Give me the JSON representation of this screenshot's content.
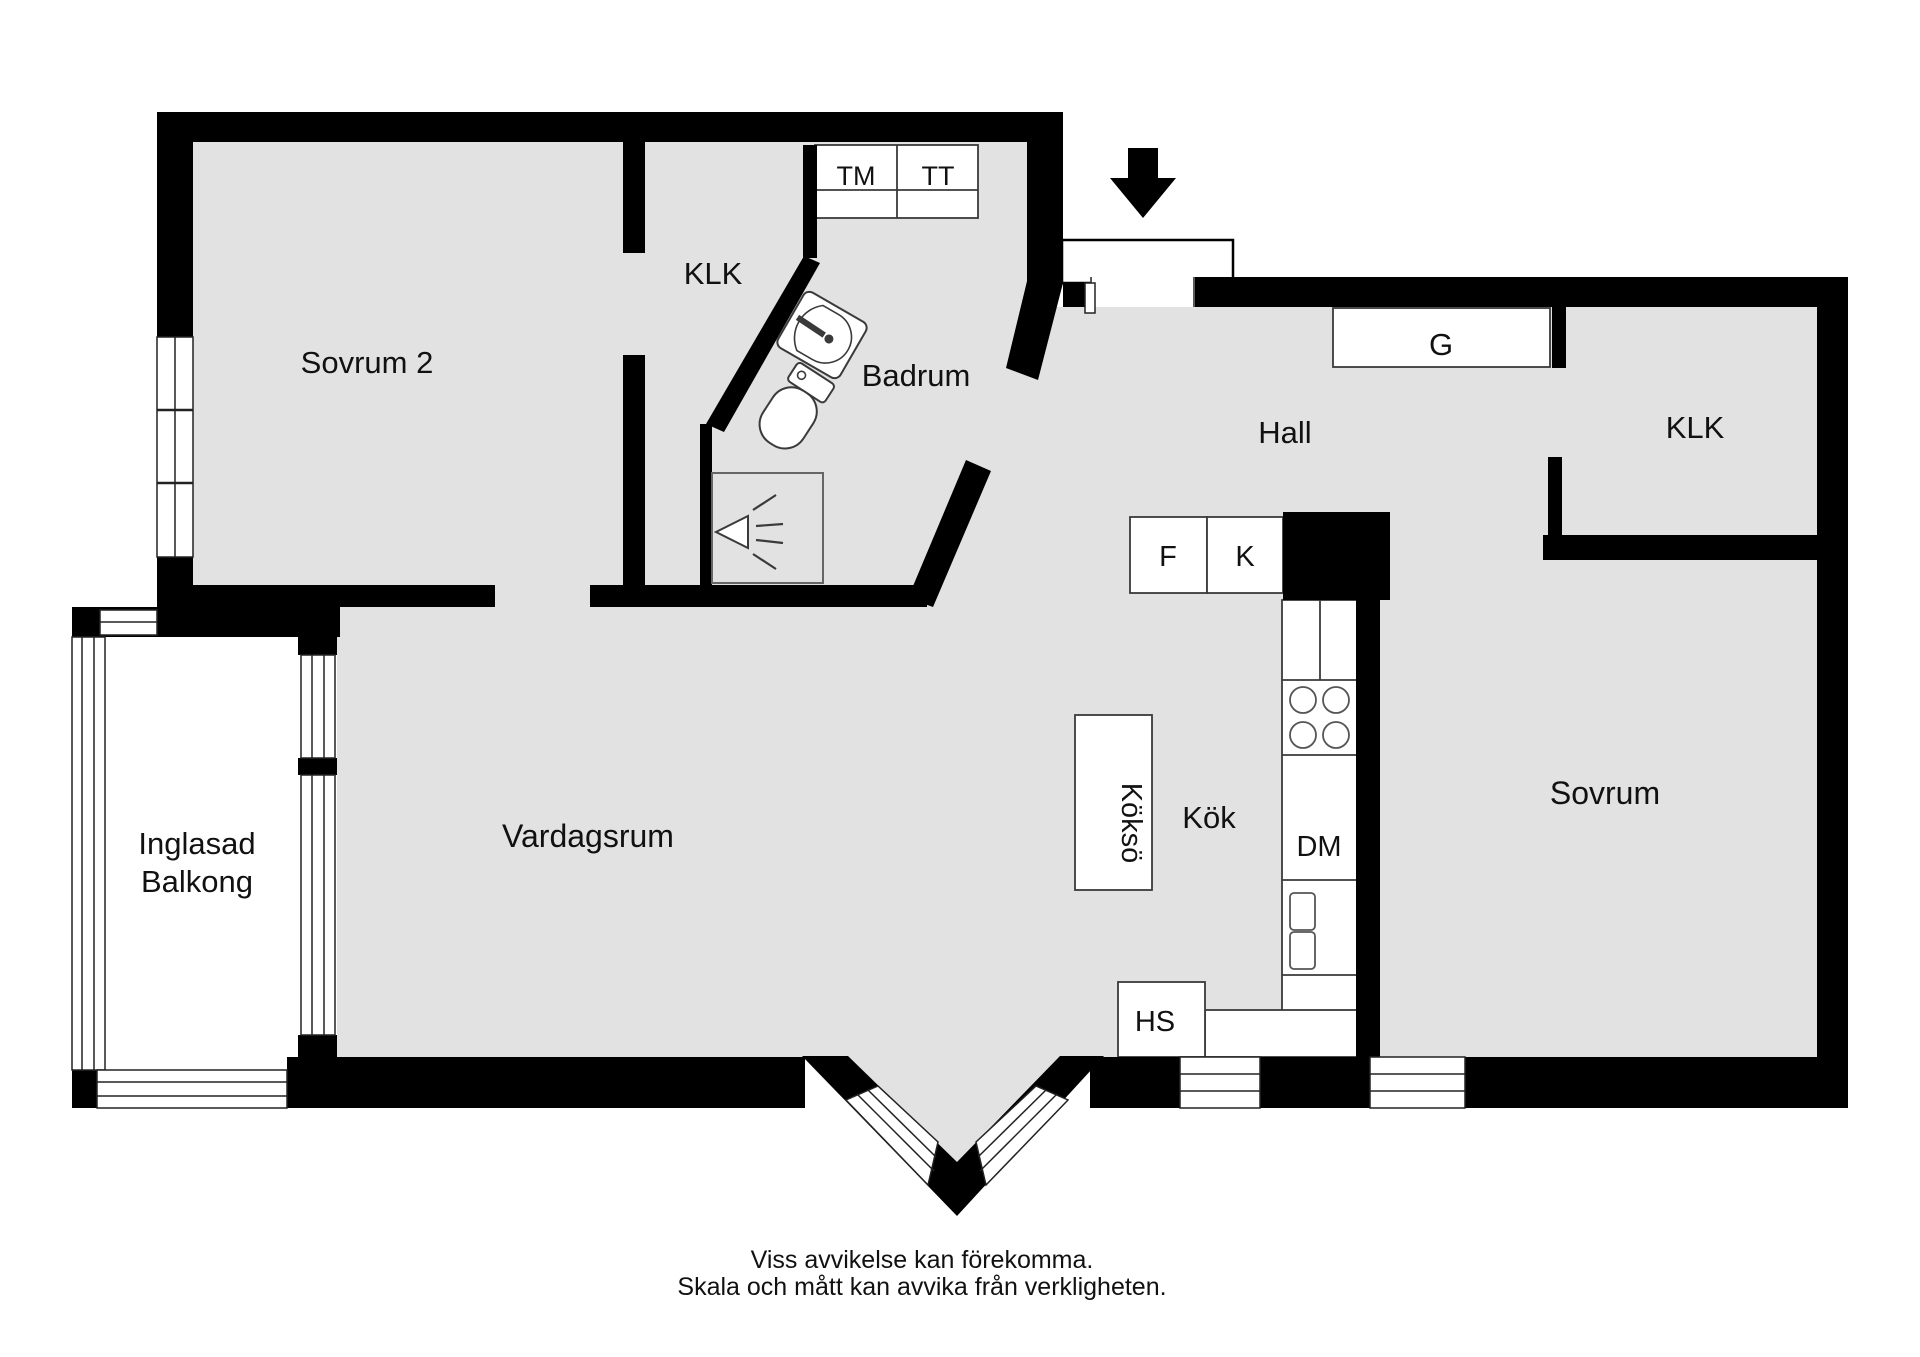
{
  "plan": {
    "wall_color": "#000000",
    "floor_color": "#e2e2e2",
    "fixture_outline_color": "#3a3a3a",
    "background_color": "#ffffff"
  },
  "rooms": {
    "sovrum2": {
      "label": "Sovrum 2"
    },
    "klk_left": {
      "label": "KLK"
    },
    "badrum": {
      "label": "Badrum"
    },
    "hall": {
      "label": "Hall"
    },
    "klk_right": {
      "label": "KLK"
    },
    "sovrum": {
      "label": "Sovrum"
    },
    "kok": {
      "label": "Kök"
    },
    "vardagsrum": {
      "label": "Vardagsrum"
    },
    "balkong": {
      "label_line1": "Inglasad",
      "label_line2": "Balkong"
    }
  },
  "fixtures": {
    "tm": "TM",
    "tt": "TT",
    "g": "G",
    "f": "F",
    "k": "K",
    "kokso": "Köksö",
    "dm": "DM",
    "hs": "HS"
  },
  "footer": {
    "line1": "Viss avvikelse kan förekomma.",
    "line2": "Skala och mått kan avvika från verkligheten."
  }
}
